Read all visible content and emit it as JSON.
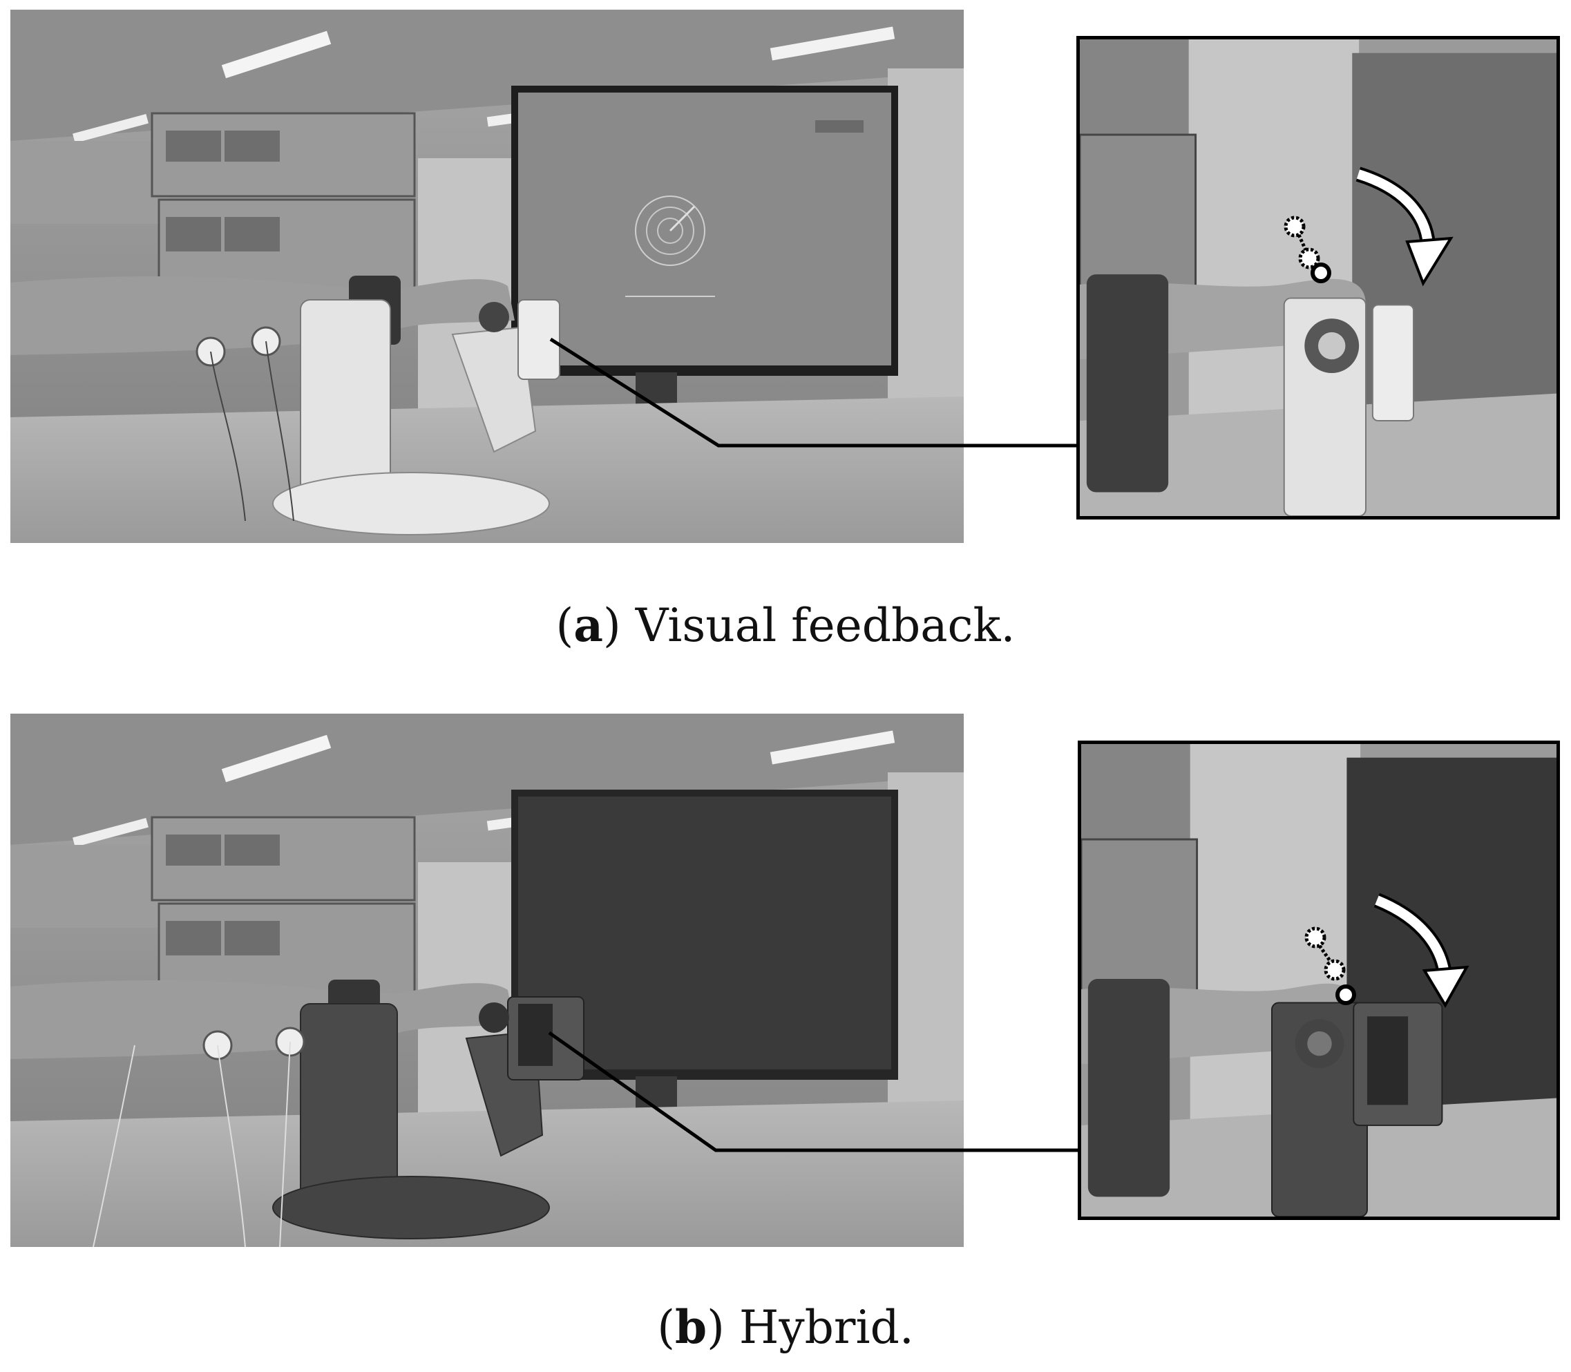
{
  "panels": [
    {
      "id": "a",
      "letter": "a",
      "caption": "Visual feedback.",
      "monitor_on": true,
      "device_color": "white"
    },
    {
      "id": "b",
      "letter": "b",
      "caption": "Hybrid.",
      "monitor_on": false,
      "device_color": "dark"
    }
  ],
  "colors": {
    "frame": "#000000",
    "caption_text": "#111111",
    "background": "#ffffff"
  },
  "icons": {
    "rotation_arrow": "curved-arrow-clockwise-icon",
    "joint_markers": "dotted-circle-markers-icon"
  }
}
